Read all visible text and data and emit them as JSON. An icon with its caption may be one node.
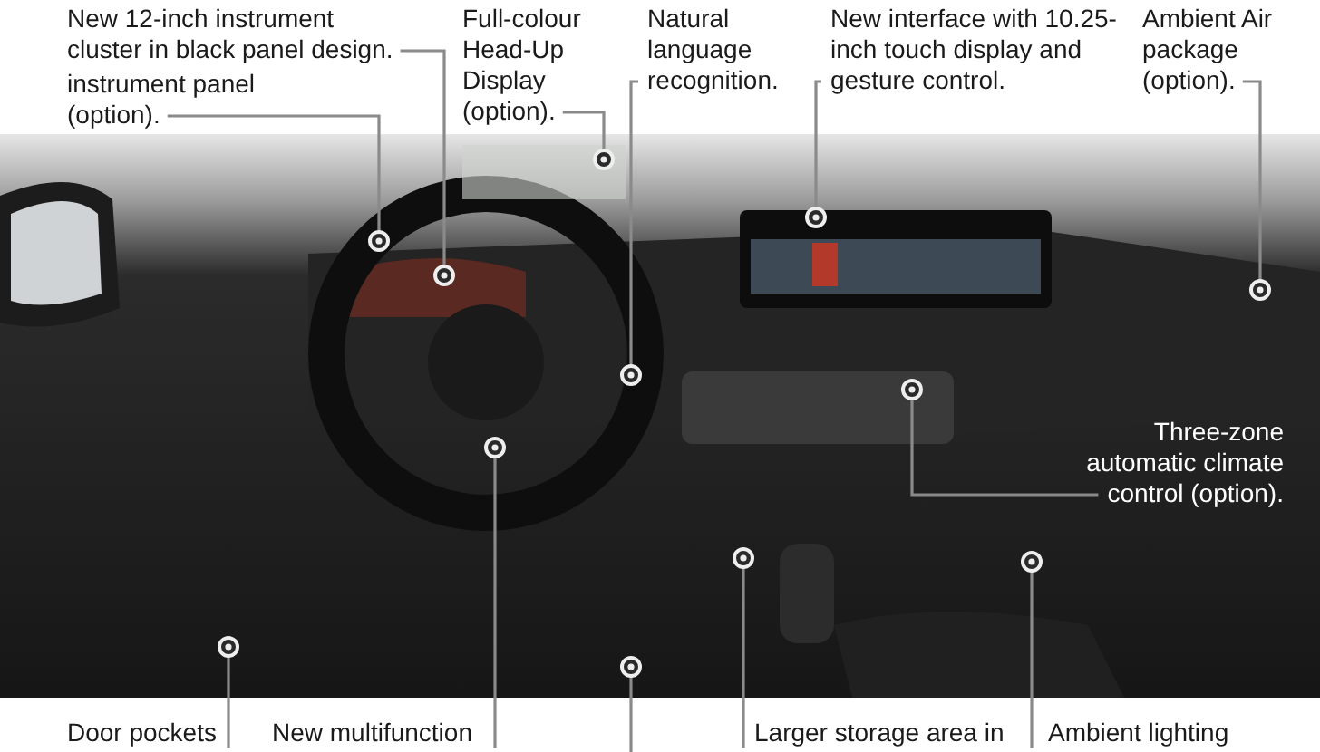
{
  "diagram": {
    "nodes": [
      {
        "text": [
          "New 12-inch instrument cluster in black panel design."
        ]
      },
      {
        "text": [
          "Full-colour Head-Up Display (option)."
        ]
      },
      {
        "text": [
          "Natural language recognition."
        ]
      },
      {
        "text": [
          "New interface with 10.25-inch touch display and gesture control."
        ]
      },
      {
        "text": [
          "Ambient Air package (option)."
        ]
      },
      {
        "text": [
          "instrument panel (option)."
        ]
      },
      {
        "text": [
          "Three-zone automatic climate control (option)."
        ]
      },
      {
        "text": [
          "Door pockets"
        ]
      },
      {
        "text": [
          "New multifunction"
        ]
      },
      {
        "text": [
          "Larger storage area in"
        ]
      },
      {
        "text": [
          "Ambient lighting"
        ]
      }
    ],
    "edges": [
      {
        "from": 0,
        "to": null,
        "arrow": "other"
      },
      {
        "from": 5,
        "to": null,
        "arrow": "other"
      },
      {
        "from": 1,
        "to": null,
        "arrow": "other"
      },
      {
        "from": 2,
        "to": null,
        "arrow": "other"
      },
      {
        "from": 3,
        "to": null,
        "arrow": "other"
      },
      {
        "from": 4,
        "to": null,
        "arrow": "other"
      },
      {
        "from": 6,
        "to": null,
        "arrow": "other"
      },
      {
        "from": 7,
        "to": null,
        "arrow": "other"
      },
      {
        "from": 8,
        "to": null,
        "arrow": "other"
      },
      {
        "from": 9,
        "to": null,
        "arrow": "other"
      },
      {
        "from": 10,
        "to": null,
        "arrow": "other"
      }
    ]
  }
}
